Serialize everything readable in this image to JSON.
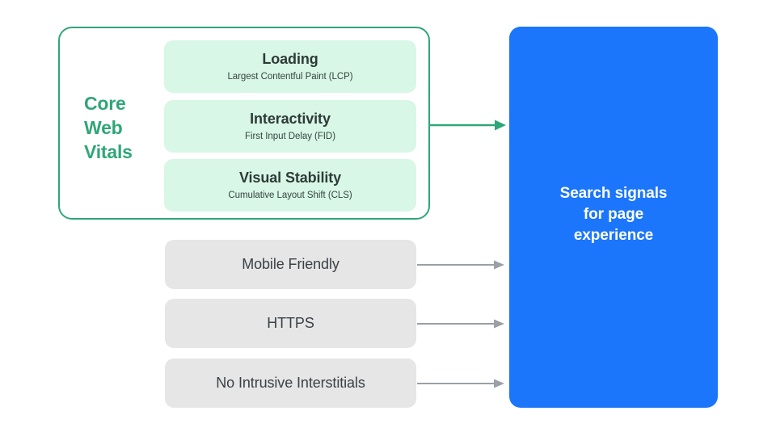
{
  "colors": {
    "green": "#2FA678",
    "mint": "#D8F7E6",
    "blue": "#1B76FB",
    "gray_box": "#E6E6E7",
    "gray_arrow": "#9AA0A6",
    "dark_text": "#3C4043",
    "white": "#FFFFFF"
  },
  "core_web_vitals": {
    "group_label": {
      "line1": "Core",
      "line2": "Web",
      "line3": "Vitals"
    },
    "cards": [
      {
        "title": "Loading",
        "subtitle": "Largest Contentful Paint (LCP)"
      },
      {
        "title": "Interactivity",
        "subtitle": "First Input Delay (FID)"
      },
      {
        "title": "Visual Stability",
        "subtitle": "Cumulative Layout Shift (CLS)"
      }
    ]
  },
  "other_signals": [
    {
      "label": "Mobile Friendly"
    },
    {
      "label": "HTTPS"
    },
    {
      "label": "No Intrusive Interstitials"
    }
  ],
  "destination": {
    "line1": "Search signals",
    "line2": "for page",
    "line3": "experience"
  }
}
